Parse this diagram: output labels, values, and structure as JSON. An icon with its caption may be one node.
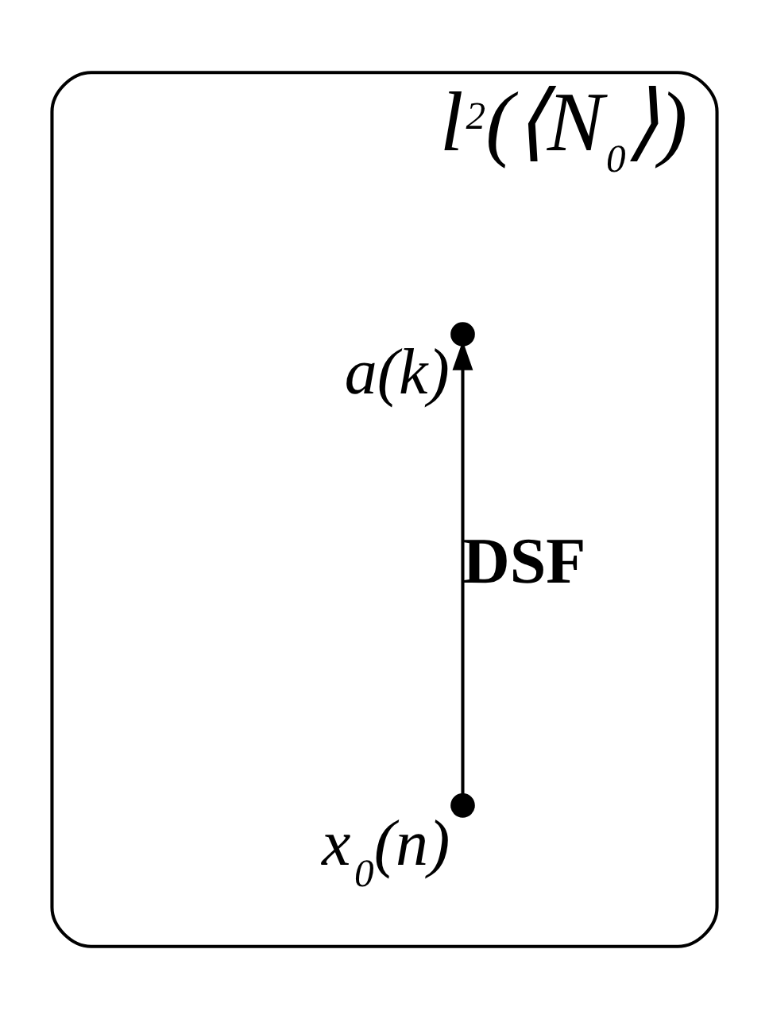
{
  "diagram": {
    "nodes": [
      {
        "text": [
          "l$^{2}$(⟨N$_{0}$⟩)"
        ]
      },
      {
        "text": [],
        "shape": "circle",
        "beside": [
          "x$_{0}$(n)"
        ],
        "in": 0
      },
      {
        "text": [],
        "shape": "circle",
        "beside": [
          "a(k)"
        ],
        "in": 0
      }
    ],
    "edges": [
      {
        "from": 1,
        "to": 2,
        "arrow": "to",
        "label": "DSF"
      }
    ]
  }
}
